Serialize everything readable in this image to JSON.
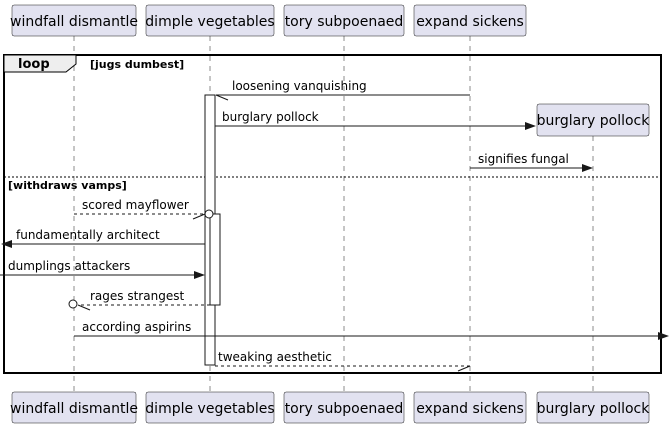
{
  "participants": [
    "windfall dismantle",
    "dimple vegetables",
    "tory subpoenaed",
    "expand sickens",
    "burglary pollock"
  ],
  "fragment": {
    "keyword": "loop",
    "guard": "[jugs dumbest]",
    "else_guard": "[withdraws vamps]"
  },
  "messages": [
    {
      "text": "loosening vanquishing",
      "from": "expand sickens",
      "to": "dimple vegetables",
      "style": "solid"
    },
    {
      "text": "burglary pollock",
      "from": "dimple vegetables",
      "to": "burglary pollock",
      "style": "solid",
      "creates": true
    },
    {
      "text": "signifies fungal",
      "from": "expand sickens",
      "to": "burglary pollock",
      "style": "solid"
    },
    {
      "text": "scored mayflower",
      "from": "windfall dismantle",
      "to": "dimple vegetables",
      "style": "dashed"
    },
    {
      "text": "fundamentally architect",
      "from": "dimple vegetables",
      "to": "[left edge]",
      "style": "solid"
    },
    {
      "text": "dumplings attackers",
      "from": "[left edge]",
      "to": "dimple vegetables",
      "style": "solid"
    },
    {
      "text": "rages strangest",
      "from": "dimple vegetables",
      "to": "windfall dismantle",
      "style": "dashed"
    },
    {
      "text": "according aspirins",
      "from": "windfall dismantle",
      "to": "[right edge]",
      "style": "solid"
    },
    {
      "text": "tweaking aesthetic",
      "from": "dimple vegetables",
      "to": "expand sickens",
      "style": "dashed"
    }
  ]
}
